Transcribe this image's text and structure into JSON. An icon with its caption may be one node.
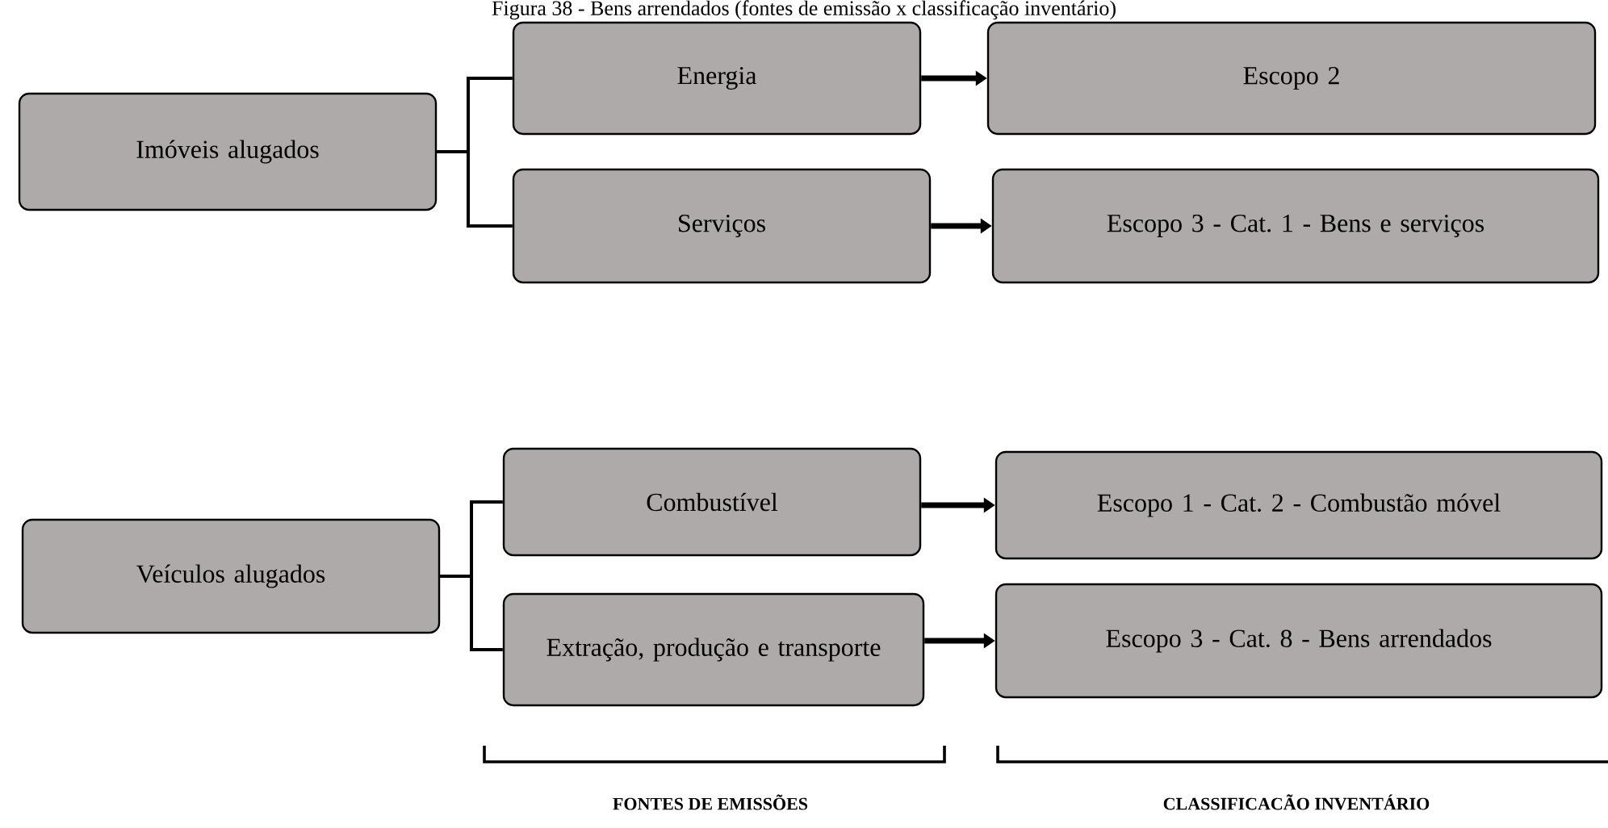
{
  "diagram": {
    "title": "Figura 38 - Bens arrendados (fontes de emissão x classificação inventário)",
    "nodes": [
      {
        "text": [
          "Imóveis alugados"
        ]
      },
      {
        "text": [
          "Energia"
        ]
      },
      {
        "text": [
          "Escopo 2"
        ]
      },
      {
        "text": [
          "Serviços"
        ]
      },
      {
        "text": [
          "Escopo 3 - Cat. 1 - Bens e serviços"
        ]
      },
      {
        "text": [
          "Veículos alugados"
        ]
      },
      {
        "text": [
          "Combustível"
        ]
      },
      {
        "text": [
          "Escopo 1 - Cat. 2 - Combustão móvel"
        ]
      },
      {
        "text": [
          "Extração, produção e transporte"
        ]
      },
      {
        "text": [
          "Escopo 3 - Cat. 8 - Bens arrendados"
        ]
      }
    ],
    "edges": [
      {
        "from": 0,
        "to": 1,
        "arrow": "none"
      },
      {
        "from": 0,
        "to": 3,
        "arrow": "none"
      },
      {
        "from": 1,
        "to": 2,
        "arrow": "to"
      },
      {
        "from": 3,
        "to": 4,
        "arrow": "to"
      },
      {
        "from": 5,
        "to": 6,
        "arrow": "none"
      },
      {
        "from": 5,
        "to": 8,
        "arrow": "none"
      },
      {
        "from": 6,
        "to": 7,
        "arrow": "to"
      },
      {
        "from": 8,
        "to": 9,
        "arrow": "to"
      }
    ],
    "labels": [
      "FONTES DE EMISSÕES",
      "CLASSIFICACÃO  INVENTÁRIO"
    ]
  }
}
